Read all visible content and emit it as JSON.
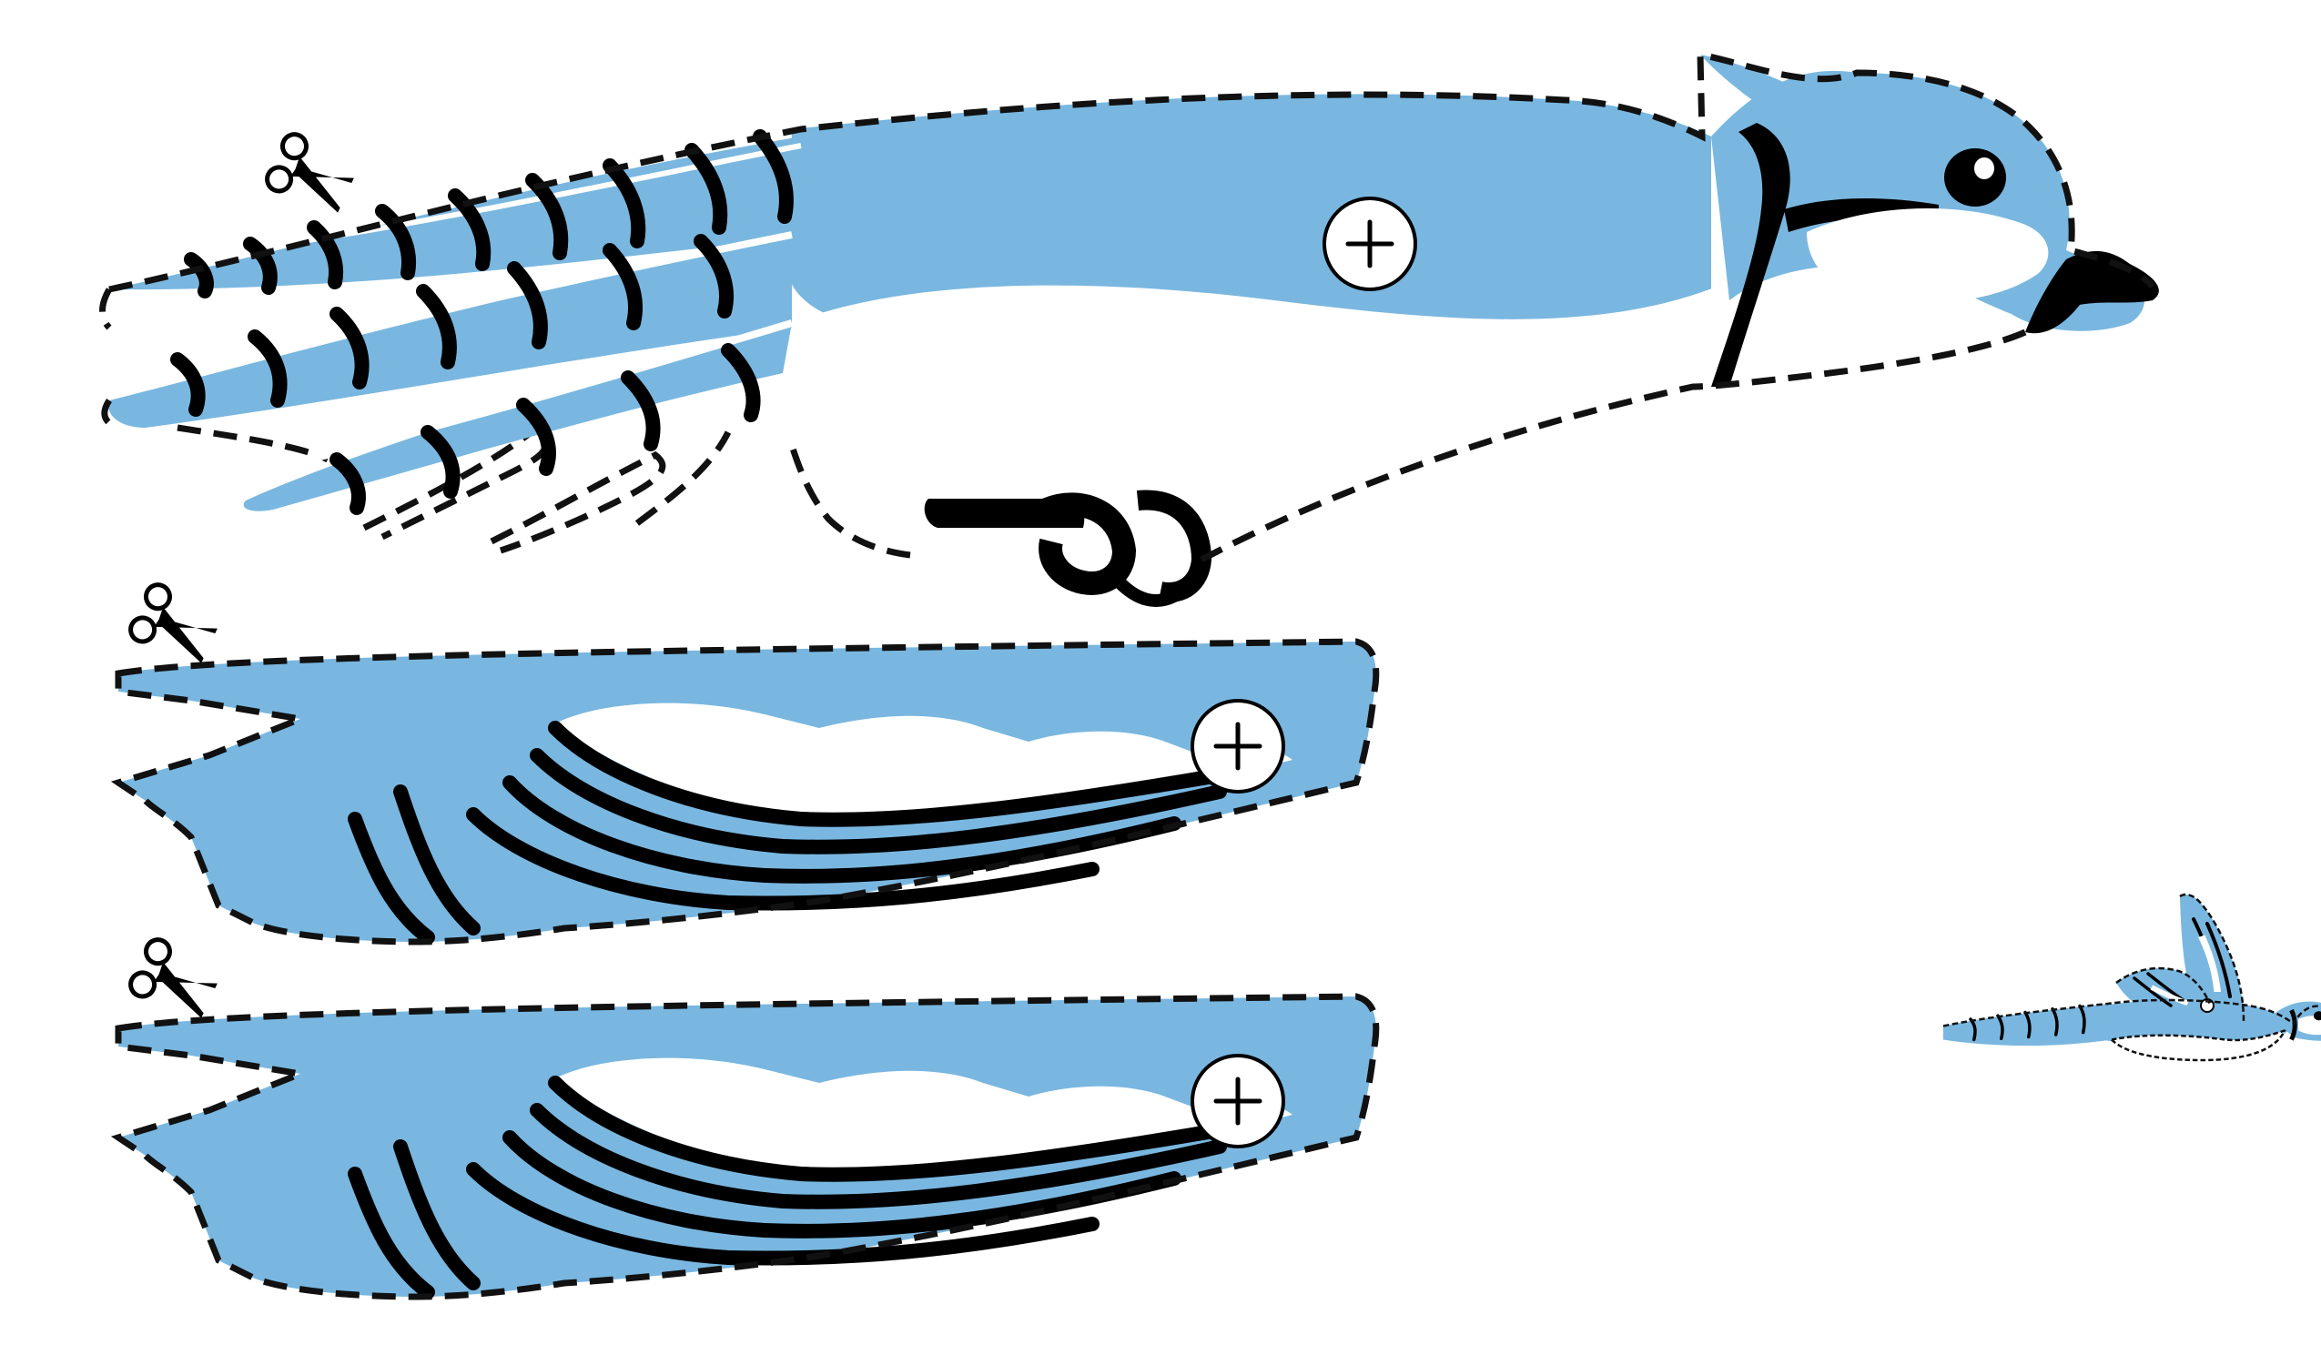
{
  "colors": {
    "plumage": "#79B7E0",
    "outline": "#111111",
    "white": "#FFFFFF",
    "black": "#000000"
  },
  "icons": {
    "scissors": "scissors-icon",
    "pin": "plus-icon"
  },
  "pieces": [
    {
      "name": "bird-body-piece"
    },
    {
      "name": "left-wing-piece"
    },
    {
      "name": "right-wing-piece"
    },
    {
      "name": "assembled-bird-preview"
    }
  ]
}
